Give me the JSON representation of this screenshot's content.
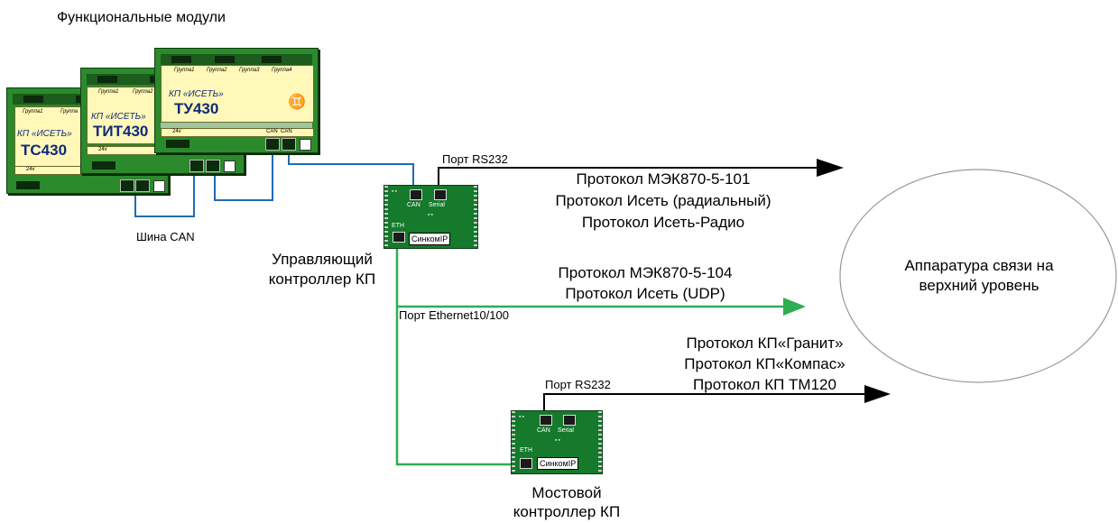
{
  "title": "Функциональные модули",
  "modules": [
    {
      "name": "ТС430",
      "kp": "КП «ИСЕТЬ»",
      "groups": [
        "Группа1",
        "Группа"
      ],
      "voltage": "24v"
    },
    {
      "name": "ТИТ430",
      "kp": "КП «ИСЕТЬ»",
      "groups": [
        "Группа1",
        "Группа2"
      ],
      "voltage": "24v"
    },
    {
      "name": "ТУ430",
      "kp": "КП «ИСЕТЬ»",
      "groups": [
        "Группа1",
        "Группа2",
        "Группа3",
        "Группа4"
      ],
      "voltage": "24v",
      "can_labels": "CAN  CAN"
    }
  ],
  "bus_label": "Шина CAN",
  "controller_main": {
    "label": "Управляющий контроллер КП",
    "can": "CAN",
    "serial": "Serial",
    "eth": "ETH",
    "box": "СинкомIP"
  },
  "controller_bridge": {
    "label": "Мостовой контроллер КП",
    "can": "CAN",
    "serial": "Serial",
    "eth": "ETH",
    "box": "СинкомIP"
  },
  "ports": {
    "rs232_main": "Порт RS232",
    "ethernet": "Порт Ethernet10/100",
    "rs232_bridge": "Порт RS232"
  },
  "protocols_serial": [
    "Протокол МЭК870-5-101",
    "Протокол Исеть (радиальный)",
    "Протокол Исеть-Радио"
  ],
  "protocols_ethernet": [
    "Протокол МЭК870-5-104",
    "Протокол Исеть (UDP)"
  ],
  "protocols_bridge": [
    "Протокол КП«Гранит»",
    "Протокол КП«Компас»",
    "Протокол КП ТМ120"
  ],
  "uplink": "Аппаратура связи на верхний уровень",
  "colors": {
    "can_line": "#1f6bb5",
    "eth_line": "#2fae55",
    "serial_line": "#000000",
    "module_green": "#2b8a2b",
    "panel_yellow": "#fff8b8",
    "name_blue": "#102a7a"
  }
}
